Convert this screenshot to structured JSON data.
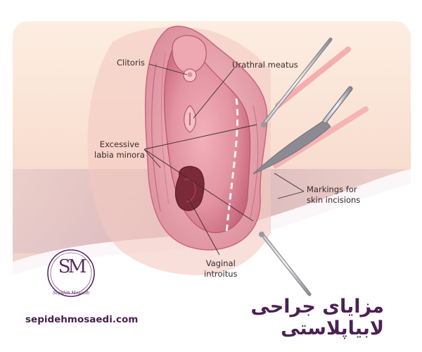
{
  "labels": {
    "clitoris": "Clitoris",
    "urethral_meatus": "Urathral meatus",
    "excessive_labia": "Excessive\nlabia minora",
    "markings": "Markings for\nskin incisions",
    "vaginal_introitus": "Vaginal\nintroitus"
  },
  "footer": {
    "website": "sepidehmosaedi.com",
    "title": "مزایای جراحی لابیاپلاستی"
  },
  "logo": {
    "monogram": "SM",
    "brand_name": "Sepideh Mosaedi"
  },
  "colors": {
    "background_peach": "#fbe7d8",
    "tissue_pink": "#e79aa6",
    "tissue_dark": "#c46679",
    "brand_purple": "#4b2153",
    "instrument_gray": "#8f8e96"
  },
  "icons": {
    "instrument_top": "forceps-icon",
    "instrument_middle": "scalpel-icon",
    "instrument_bottom": "forceps-icon"
  }
}
